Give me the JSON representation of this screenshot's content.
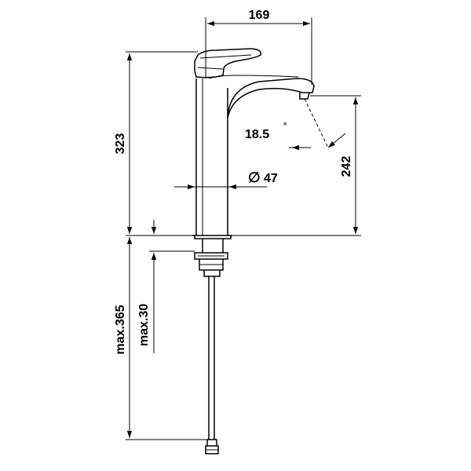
{
  "dimensions": {
    "spout_reach": "169",
    "total_height": "323",
    "spout_height": "242",
    "spout_angle": "18.5",
    "angle_unit": "°",
    "body_diameter": "47",
    "diameter_symbol": "∅",
    "max_hose_length": "max.365",
    "max_counter_thickness": "max.30"
  },
  "colors": {
    "line": "#000000",
    "background": "#ffffff"
  }
}
